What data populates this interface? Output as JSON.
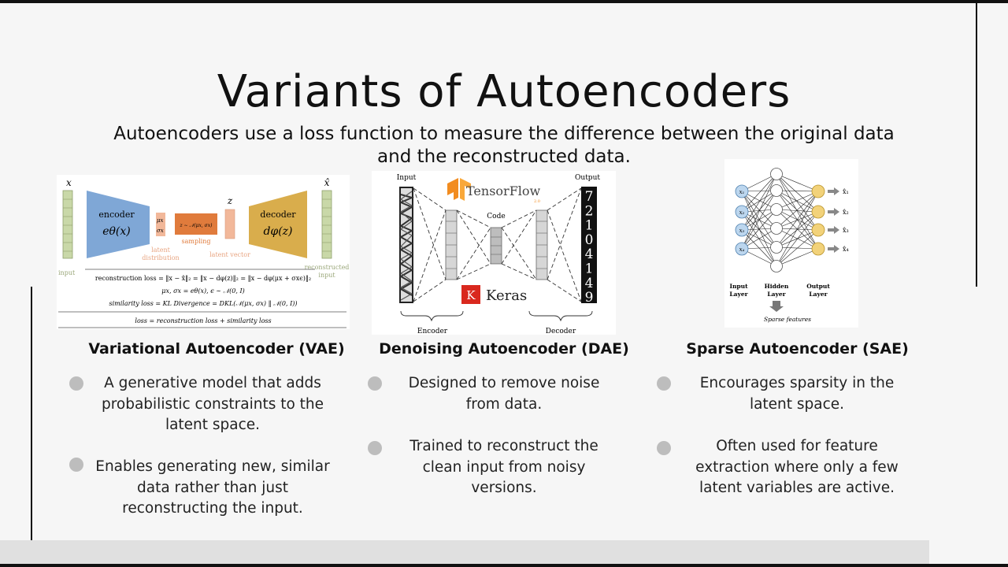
{
  "title": "Variants of Autoencoders",
  "subtitle": "Autoencoders use a loss function to measure the difference between the original data and the reconstructed data.",
  "vae_figure": {
    "x_label": "x",
    "xhat_label": "x̂",
    "z_label": "z",
    "encoder_label": "encoder",
    "encoder_fn": "eθ(x)",
    "decoder_label": "decoder",
    "decoder_fn": "dφ(z)",
    "mu": "μx",
    "sigma": "σx",
    "sampling_formula": "z ∼ 𝒩(μx, σx)",
    "sampling_label": "sampling",
    "latent_distribution": "latent\ndistribution",
    "latent_vector": "latent vector",
    "input_label": "input",
    "reconstructed_label": "reconstructed\ninput",
    "eq_reconstruction": "reconstruction loss  = ‖x − x̂‖₂ = ‖x − dφ(z)‖₂ = ‖x − dφ(μx + σxϵ)‖₂",
    "eq_params": "μx, σx = eθ(x),     ϵ ∼ 𝒩(0, I)",
    "eq_similarity": "similarity loss = KL Divergence = DKL(𝒩(μx, σx) ‖ 𝒩(0, I))",
    "eq_total": "loss = reconstruction loss + similarity loss"
  },
  "dae_figure": {
    "input_label": "Input",
    "output_label": "Output",
    "code_label": "Code",
    "encoder_label": "Encoder",
    "decoder_label": "Decoder",
    "tensorflow_label": "TensorFlow",
    "tensorflow_version": "2.0",
    "keras_label": "Keras",
    "keras_letter": "K",
    "digits": [
      "7",
      "2",
      "1",
      "0",
      "4",
      "1",
      "4",
      "9"
    ]
  },
  "sae_figure": {
    "inputs": [
      "x₁",
      "x₂",
      "x₃",
      "x₄"
    ],
    "outputs": [
      "x̂₁",
      "x̂₂",
      "x̂₃",
      "x̂₄"
    ],
    "input_layer": "Input\nLayer",
    "hidden_layer": "Hidden\nLayer",
    "output_layer": "Output\nLayer",
    "sparse_features": "Sparse features"
  },
  "cards": [
    {
      "title": "Variational Autoencoder (VAE)",
      "bullets": [
        "A generative model that adds probabilistic constraints to the latent space.",
        "Enables generating new, similar data rather than just reconstructing the input."
      ]
    },
    {
      "title": "Denoising Autoencoder (DAE)",
      "bullets": [
        "Designed to remove noise from data.",
        "Trained to reconstruct the clean input from noisy versions."
      ]
    },
    {
      "title": "Sparse Autoencoder (SAE)",
      "bullets": [
        "Encourages sparsity in the latent space.",
        "Often used for feature extraction where only a few latent variables are active."
      ]
    }
  ],
  "colors": {
    "encoder": "#7fa7d6",
    "decoder": "#d9ad4c",
    "sampling": "#e07b3c",
    "latent": "#f2b89a",
    "layer": "#c9d8a8",
    "input_node": "#bcd6ee",
    "output_node": "#f2d27a",
    "tensorflow": "#f28c20",
    "keras": "#d9281e",
    "bullet": "#bdbdbd"
  }
}
